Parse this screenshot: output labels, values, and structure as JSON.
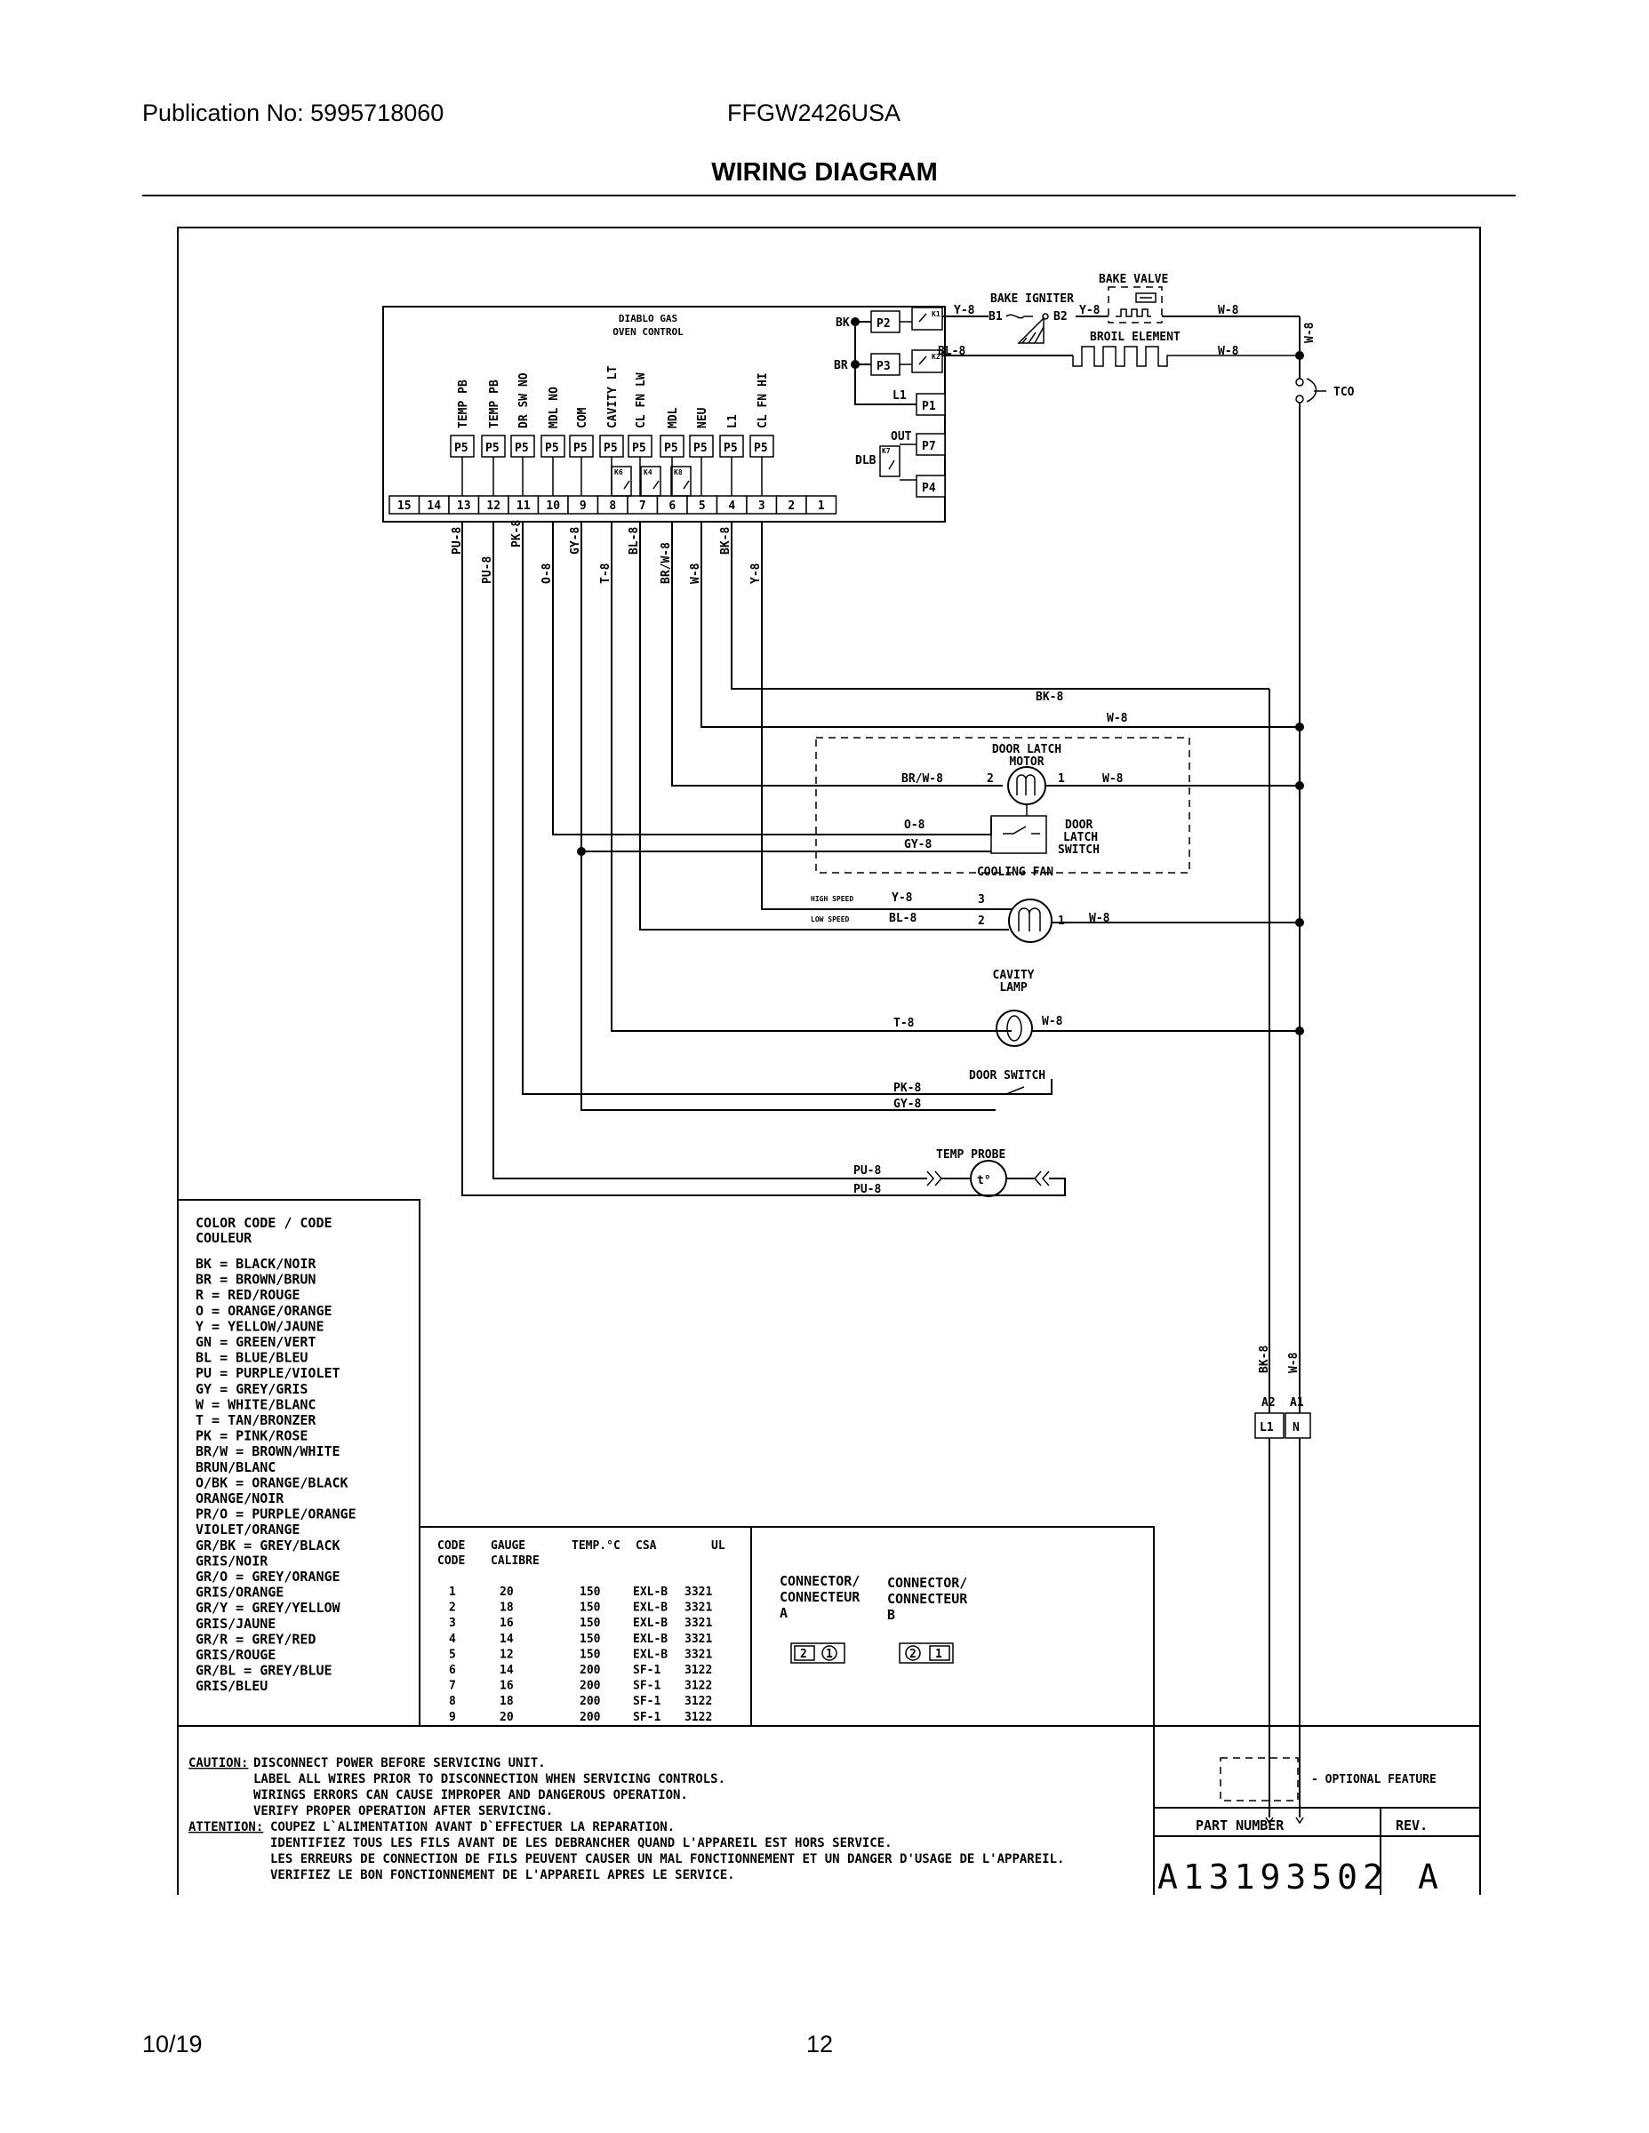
{
  "header": {
    "publication": "Publication No: 5995718060",
    "model": "FFGW2426USA",
    "title": "WIRING DIAGRAM"
  },
  "footer": {
    "date": "10/19",
    "page": "12"
  },
  "control": {
    "name_line1": "DIABLO GAS",
    "name_line2": "OVEN CONTROL",
    "p5_label": "P5",
    "terminal_labels": [
      "TEMP PB",
      "TEMP PB",
      "DR SW NO",
      "MDL NO",
      "COM",
      "CAVITY LT",
      "CL FN LW",
      "MDL",
      "NEU",
      "L1",
      "CL FN HI"
    ],
    "pins": [
      "15",
      "14",
      "13",
      "12",
      "11",
      "10",
      "9",
      "8",
      "7",
      "6",
      "5",
      "4",
      "3",
      "2",
      "1"
    ],
    "relays": [
      "K6",
      "K4",
      "K8"
    ],
    "right_terms": [
      "P2",
      "P3",
      "P1",
      "P7",
      "P4"
    ],
    "right_labels": [
      "BK",
      "BR",
      "L1",
      "OUT",
      "DLB"
    ],
    "relay_k1": "K1",
    "relay_k2": "K2",
    "relay_k7": "K7"
  },
  "wire_labels": [
    "PU-8",
    "PU-8",
    "PK-8",
    "O-8",
    "GY-8",
    "T-8",
    "BL-8",
    "BR/W-8",
    "W-8",
    "BK-8",
    "Y-8"
  ],
  "components": {
    "bake_igniter": "BAKE IGNITER",
    "b1": "B1",
    "b2": "B2",
    "bake_valve": "BAKE VALVE",
    "broil_element": "BROIL ELEMENT",
    "tco": "TCO",
    "door_latch_motor_1": "DOOR LATCH",
    "door_latch_motor_2": "MOTOR",
    "door_latch_switch_1": "DOOR",
    "door_latch_switch_2": "LATCH",
    "door_latch_switch_3": "SWITCH",
    "cooling_fan": "COOLING FAN",
    "high_speed": "HIGH SPEED",
    "low_speed": "LOW SPEED",
    "cavity_lamp_1": "CAVITY",
    "cavity_lamp_2": "LAMP",
    "door_switch": "DOOR SWITCH",
    "temp_probe": "TEMP PROBE",
    "probe_symbol": "t°",
    "a2": "A2",
    "a1": "A1",
    "l1": "L1",
    "n": "N"
  },
  "run_labels": {
    "y8_top": "Y-8",
    "y8_valve": "Y-8",
    "w8_valve": "W-8",
    "bl8_broil": "BL-8",
    "w8_broil": "W-8",
    "w8_vert": "W-8",
    "bk8_run": "BK-8",
    "w8_run": "W-8",
    "brw8": "BR/W-8",
    "w8_motor": "W-8",
    "pin2_motor": "2",
    "pin1_motor": "1",
    "o8": "O-8",
    "gy8_latch": "GY-8",
    "y8_fan": "Y-8",
    "bl8_fan": "BL-8",
    "w8_fan": "W-8",
    "pin3_fan": "3",
    "pin2_fan": "2",
    "pin1_fan": "1",
    "t8": "T-8",
    "w8_lamp": "W-8",
    "pk8": "PK-8",
    "gy8_door": "GY-8",
    "pu8_a": "PU-8",
    "pu8_b": "PU-8",
    "bk8_main": "BK-8",
    "w8_main": "W-8"
  },
  "color_code": {
    "title_1": "COLOR CODE / CODE",
    "title_2": "COULEUR",
    "lines": [
      "BK = BLACK/NOIR",
      "BR = BROWN/BRUN",
      "R  = RED/ROUGE",
      "O  = ORANGE/ORANGE",
      "Y  = YELLOW/JAUNE",
      "GN = GREEN/VERT",
      "BL = BLUE/BLEU",
      "PU = PURPLE/VIOLET",
      "GY = GREY/GRIS",
      "W  = WHITE/BLANC",
      "T  = TAN/BRONZER",
      "PK = PINK/ROSE",
      "BR/W = BROWN/WHITE",
      "       BRUN/BLANC",
      "O/BK = ORANGE/BLACK",
      "       ORANGE/NOIR",
      "PR/O = PURPLE/ORANGE",
      "       VIOLET/ORANGE",
      "GR/BK = GREY/BLACK",
      "        GRIS/NOIR",
      "GR/O = GREY/ORANGE",
      "       GRIS/ORANGE",
      "GR/Y = GREY/YELLOW",
      "       GRIS/JAUNE",
      "GR/R = GREY/RED",
      "       GRIS/ROUGE",
      "GR/BL = GREY/BLUE",
      "        GRIS/BLEU"
    ]
  },
  "gauge_table": {
    "headers_1": [
      "CODE",
      "GAUGE",
      "TEMP.°C",
      "CSA",
      "UL"
    ],
    "headers_2": [
      "CODE",
      "CALIBRE",
      "",
      "",
      ""
    ],
    "rows": [
      [
        "1",
        "20",
        "150",
        "EXL-B",
        "3321"
      ],
      [
        "2",
        "18",
        "150",
        "EXL-B",
        "3321"
      ],
      [
        "3",
        "16",
        "150",
        "EXL-B",
        "3321"
      ],
      [
        "4",
        "14",
        "150",
        "EXL-B",
        "3321"
      ],
      [
        "5",
        "12",
        "150",
        "EXL-B",
        "3321"
      ],
      [
        "6",
        "14",
        "200",
        "SF-1",
        "3122"
      ],
      [
        "7",
        "16",
        "200",
        "SF-1",
        "3122"
      ],
      [
        "8",
        "18",
        "200",
        "SF-1",
        "3122"
      ],
      [
        "9",
        "20",
        "200",
        "SF-1",
        "3122"
      ]
    ]
  },
  "connectors": {
    "a_1": "CONNECTOR/",
    "a_2": "CONNECTEUR",
    "a_3": "A",
    "b_1": "CONNECTOR/",
    "b_2": "CONNECTEUR",
    "b_3": "B",
    "a_pins": [
      "2",
      "1"
    ],
    "b_pins": [
      "2",
      "1"
    ]
  },
  "notes": {
    "caution_label": "CAUTION:",
    "caution_lines": [
      "DISCONNECT POWER BEFORE SERVICING UNIT.",
      "LABEL ALL WIRES PRIOR TO DISCONNECTION WHEN SERVICING CONTROLS.",
      "WIRINGS ERRORS CAN CAUSE IMPROPER AND DANGEROUS OPERATION.",
      "VERIFY PROPER OPERATION AFTER SERVICING."
    ],
    "attention_label": "ATTENTION:",
    "attention_lines": [
      "COUPEZ L`ALIMENTATION AVANT D`EFFECTUER LA REPARATION.",
      "IDENTIFIEZ TOUS LES FILS AVANT DE LES DEBRANCHER QUAND L'APPAREIL EST HORS SERVICE.",
      "LES ERREURS DE CONNECTION DE FILS PEUVENT CAUSER UN MAL FONCTIONNEMENT ET UN DANGER D'USAGE DE L'APPAREIL.",
      "VERIFIEZ LE BON FONCTIONNEMENT DE L'APPAREIL APRES LE SERVICE."
    ]
  },
  "optional_feature": "- OPTIONAL FEATURE",
  "part": {
    "label": "PART NUMBER",
    "rev_label": "REV.",
    "number": "A13193502",
    "rev": "A"
  }
}
